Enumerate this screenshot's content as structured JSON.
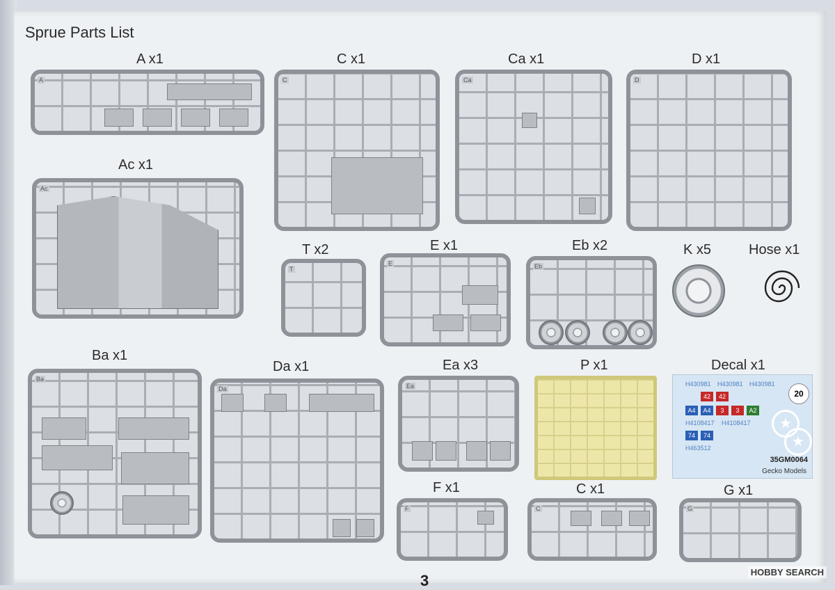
{
  "title": "Sprue Parts List",
  "page_number": "3",
  "watermark": "HOBBY SEARCH",
  "sprues": {
    "A": "A x1",
    "C": "C x1",
    "Ca": "Ca x1",
    "D": "D x1",
    "Ac": "Ac x1",
    "T": "T x2",
    "E": "E x1",
    "Eb": "Eb x2",
    "K": "K x5",
    "Hose": "Hose x1",
    "Ba": "Ba x1",
    "Da": "Da x1",
    "Ea": "Ea x3",
    "P": "P x1",
    "Decal": "Decal x1",
    "F": "F x1",
    "C2": "C x1",
    "G": "G x1"
  },
  "tags": {
    "A": "A",
    "C": "C",
    "Ca": "Ca",
    "D": "D",
    "Ac": "Ac",
    "T": "T",
    "E": "E",
    "Eb": "Eb",
    "Ba": "Ba",
    "Da": "Da",
    "Ea": "Ea",
    "F": "F",
    "C2": "C",
    "G": "G"
  },
  "decal": {
    "code": "35GM0064",
    "brand": "Gecko Models",
    "serial_1": "H430981",
    "serial_2": "H4108417",
    "serial_3": "H463512",
    "badge": "20",
    "star": "★",
    "squares": [
      "42",
      "42",
      "A4",
      "A4",
      "3",
      "3",
      "A2",
      "74",
      "74"
    ]
  },
  "colors": {
    "sprue_frame": "#8e9399",
    "etch": "#ece7a9",
    "decal_sheet": "#d7e6f4"
  }
}
